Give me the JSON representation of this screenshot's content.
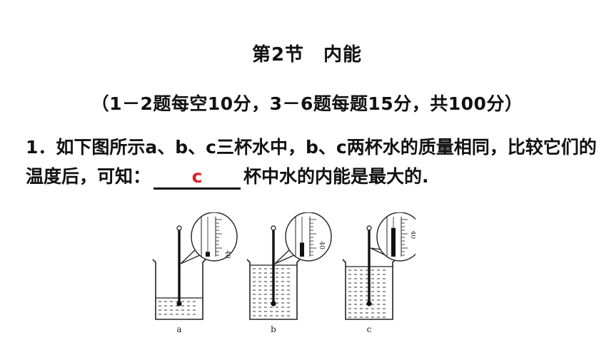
{
  "document": {
    "title": "第2节　内能",
    "subtitle": "（1－2题每空10分，3－6题每题15分，共100分）",
    "question": {
      "text_before": "1．如下图所示a、b、c三杯水中，b、c两杯水的质量相同，比较它们的温度后，可知：",
      "answer": "c",
      "text_after": "杯中水的内能是最大的."
    }
  },
  "figure": {
    "beakers": [
      {
        "label": "a",
        "thermometer_level": 0.12
      },
      {
        "label": "b",
        "thermometer_level": 0.35
      },
      {
        "label": "c",
        "thermometer_level": 0.72
      }
    ],
    "scale_label": "40"
  }
}
